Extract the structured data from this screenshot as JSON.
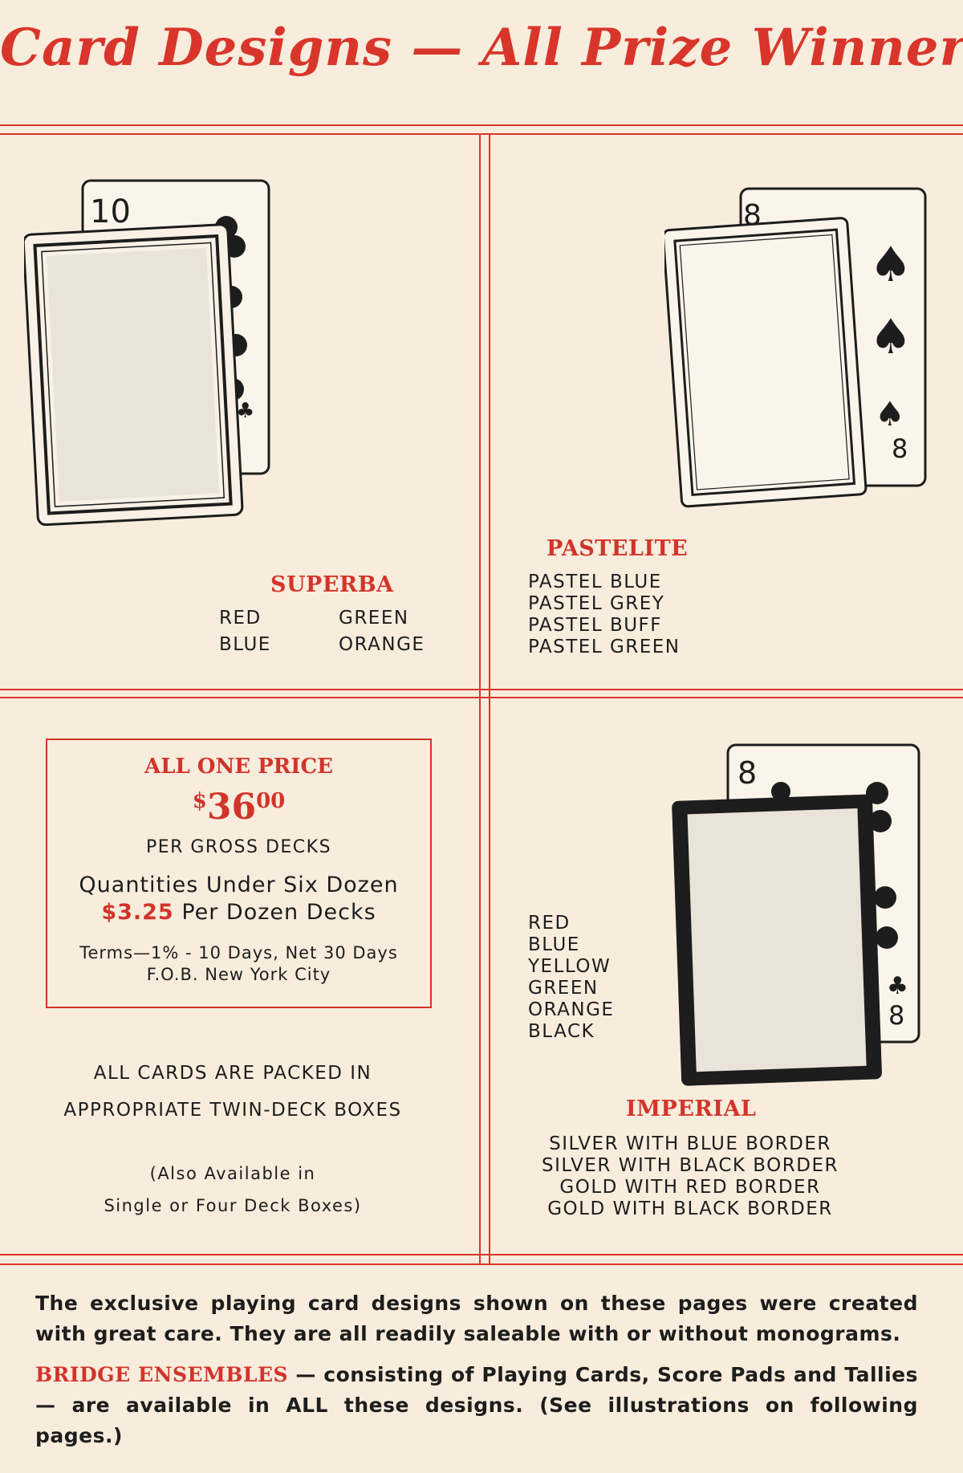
{
  "title": "Card Designs — All Prize Winners",
  "superba": {
    "name": "SUPERBA",
    "colors_left": [
      "RED",
      "BLUE"
    ],
    "colors_right": [
      "GREEN",
      "ORANGE"
    ],
    "card_rank": "10",
    "card_suit": "clubs"
  },
  "pastelite": {
    "name": "PASTELITE",
    "colors": [
      "PASTEL BLUE",
      "PASTEL GREY",
      "PASTEL BUFF",
      "PASTEL GREEN"
    ],
    "card_rank": "8",
    "card_suit": "spades"
  },
  "pricing": {
    "heading": "ALL ONE PRICE",
    "dollar": "$",
    "price": "36",
    "cents": "00",
    "per": "PER GROSS DECKS",
    "quantities_line": "Quantities Under Six Dozen",
    "dozen_price": "$3.25",
    "dozen_text": "Per Dozen Decks",
    "terms": "Terms—1% - 10 Days, Net 30 Days",
    "fob": "F.O.B. New York City"
  },
  "packing": {
    "line1": "ALL CARDS ARE PACKED IN",
    "line2": "APPROPRIATE TWIN-DECK BOXES",
    "note1": "(Also Available in",
    "note2": "Single or Four Deck Boxes)"
  },
  "imperial": {
    "name": "IMPERIAL",
    "colors": [
      "RED",
      "BLUE",
      "YELLOW",
      "GREEN",
      "ORANGE",
      "BLACK"
    ],
    "borders": [
      "SILVER WITH BLUE BORDER",
      "SILVER WITH BLACK BORDER",
      "GOLD WITH RED BORDER",
      "GOLD WITH BLACK BORDER"
    ],
    "card_rank": "8",
    "card_suit": "clubs"
  },
  "footer": {
    "p1": "The exclusive playing card designs shown on these pages were created with great care. They are all readily saleable with or without monograms.",
    "p2_label": "BRIDGE ENSEMBLES",
    "p2_text": " — consisting of Playing Cards, Score Pads and Tallies — are available in ALL these designs. (See illustrations on following pages.)"
  },
  "colors": {
    "accent_red": "#d2342a",
    "paper": "#f8ecdc",
    "ink": "#1d1d1d"
  }
}
